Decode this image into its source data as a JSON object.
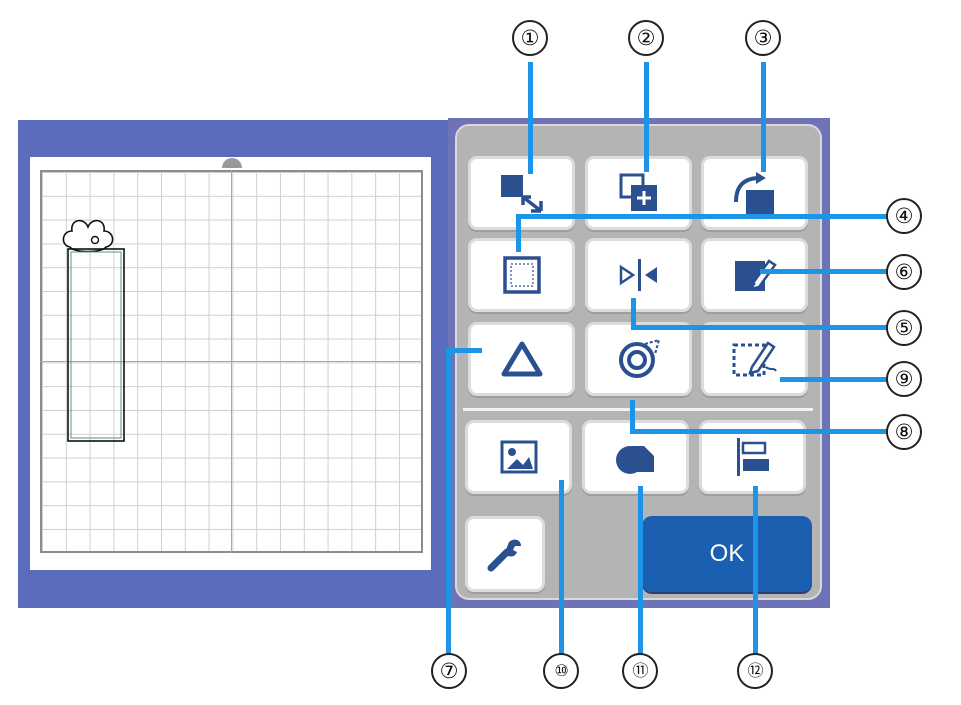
{
  "ok_button": {
    "label": "OK"
  },
  "callouts": {
    "n1": "①",
    "n2": "②",
    "n3": "③",
    "n4": "④",
    "n5": "⑤",
    "n6": "⑥",
    "n7": "⑦",
    "n8": "⑧",
    "n9": "⑨",
    "n10": "⑩",
    "n11": "⑪",
    "n12": "⑫"
  },
  "icons": {
    "b1": "resize-icon",
    "b2": "duplicate-icon",
    "b3": "rotate-icon",
    "b4": "select-all-icon",
    "b5": "mirror-icon",
    "b6": "edit-icon",
    "b7": "shape-icon",
    "b8": "offset-icon",
    "b9": "outline-draw-icon",
    "b10": "image-icon",
    "b11": "weld-icon",
    "b12": "align-icon",
    "b13": "wrench-icon"
  },
  "colors": {
    "callout_line": "#1e94e8",
    "ok_button": "#1a5fb0",
    "icon": "#2a5090",
    "mat_frame": "#5c6cbc"
  }
}
